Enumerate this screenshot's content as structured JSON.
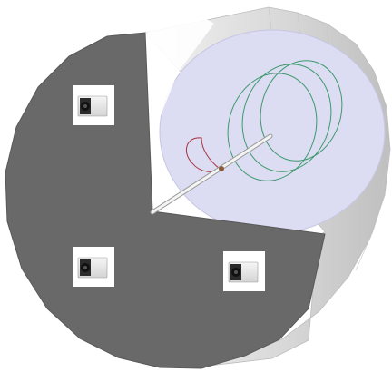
{
  "scene": {
    "colors": {
      "background": "#ffffff",
      "end_cap": "#696969",
      "cap_outline": "#555555",
      "cylinder_side_light": "#e6e6e6",
      "cylinder_side_dark": "#c8c8c8",
      "viewing_disc": "#dcdcf3",
      "orbit_green": "#3d9a6b",
      "orbit_red": "#a8323c",
      "rod": "#f2f2f2",
      "camera_body": "#ececec",
      "camera_lens": "#222222"
    },
    "cameras": [
      {
        "name": "camera-icon-top-left"
      },
      {
        "name": "camera-icon-bottom-left"
      },
      {
        "name": "camera-icon-bottom-right"
      }
    ]
  }
}
